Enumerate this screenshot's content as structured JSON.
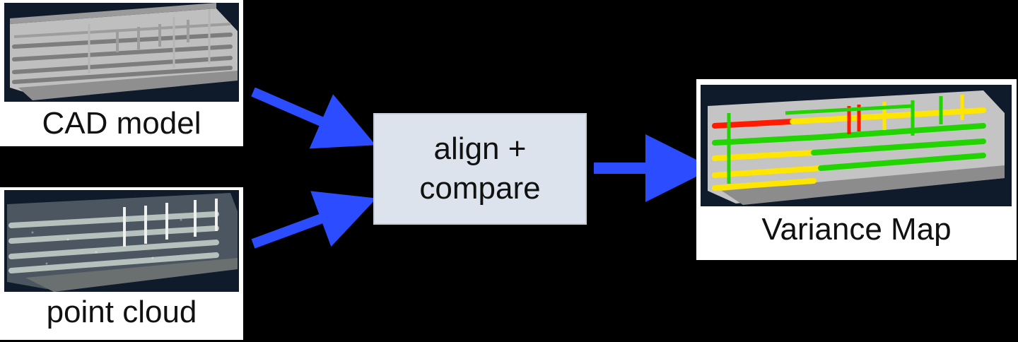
{
  "inputs": {
    "cad_label": "CAD model",
    "cloud_label": "point cloud"
  },
  "process": {
    "line1": "align +",
    "line2": "compare"
  },
  "output": {
    "label": "Variance Map"
  },
  "colors": {
    "arrow": "#2b4dff",
    "process_fill": "#dde3ec",
    "thumb_bg": "#0f1a2b",
    "variance_green": "#22d400",
    "variance_yellow": "#ffe600",
    "variance_red": "#ff1a00"
  }
}
